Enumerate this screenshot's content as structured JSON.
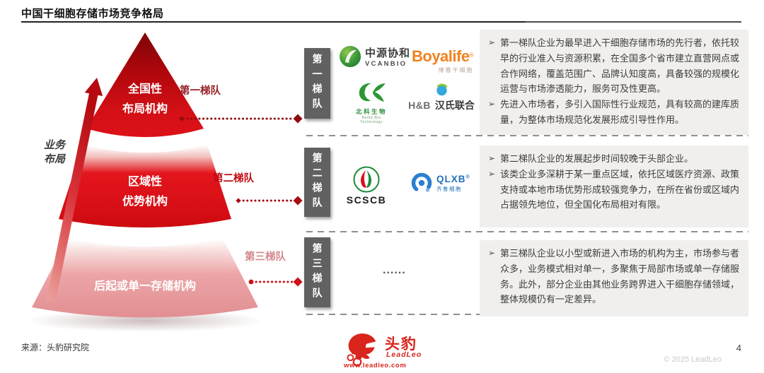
{
  "page": {
    "title": "中国干细胞存储市场竞争格局",
    "source": "来源：头豹研究院",
    "page_number": "4",
    "copyright": "© 2025 LeadLeo"
  },
  "brand": {
    "name_cn": "头豹",
    "name_en": "LeadLeo",
    "site": "www.leadleo.com",
    "red": "#d9251c"
  },
  "pyramid": {
    "axis_label_line1": "业务",
    "axis_label_line2": "布局",
    "tier1_line1": "全国性",
    "tier1_line2": "布局机构",
    "tier2_line1": "区域性",
    "tier2_line2": "优势机构",
    "tier3_line1": "后起或单一存储机构",
    "tier1_tag": "第一梯队",
    "tier2_tag": "第二梯队",
    "tier3_tag": "第三梯队",
    "tier1_color": "#c00d13",
    "tier2_color": "#e4151d",
    "tier3_color": "#eca5a7"
  },
  "tiers": [
    {
      "box_label": "第一梯队",
      "bullets": [
        "第一梯队企业为最早进入干细胞存储市场的先行者，依托较早的行业准入与资源积累，在全国多个省市建立直营网点或合作网络，覆盖范围广、品牌认知度高，具备较强的规模化运营与市场渗透能力，服务可及性更高。",
        "先进入市场者，多引入国际性行业规范，具有较高的建库质量，为整体市场规范化发展形成引导性作用。"
      ]
    },
    {
      "box_label": "第二梯队",
      "bullets": [
        "第二梯队企业的发展起步时间较晚于头部企业。",
        "该类企业多深耕于某一重点区域，依托区域医疗资源、政策支持或本地市场优势形成较强竞争力，在所在省份或区域内占据领先地位，但全国化布局相对有限。"
      ]
    },
    {
      "box_label": "第三梯队",
      "bullets": [
        "第三梯队企业以小型或新进入市场的机构为主，市场参与者众多，业务模式相对单一，多聚焦于局部市场或单一存储服务。此外，部分企业由其他业务跨界进入干细胞存储领域，整体规模仍有一定差异。"
      ]
    }
  ],
  "logos": {
    "bullet_marker": "➢",
    "reg": "®",
    "vcanbio_cn": "中源协和",
    "vcanbio_en": "VCANBIO",
    "boyalife_en": "Boyalife",
    "boyalife_cn": "博雅干细胞",
    "beike_cn": "北科生物",
    "beike_en": "Beike Bio Technology",
    "hb_en": "H&B",
    "hb_cn": "汉氏联合",
    "scscb_en": "SCSCB",
    "qlxb_en": "QLXB",
    "qlxb_cn": "齐鲁细胞",
    "tier3_placeholder": "......"
  }
}
